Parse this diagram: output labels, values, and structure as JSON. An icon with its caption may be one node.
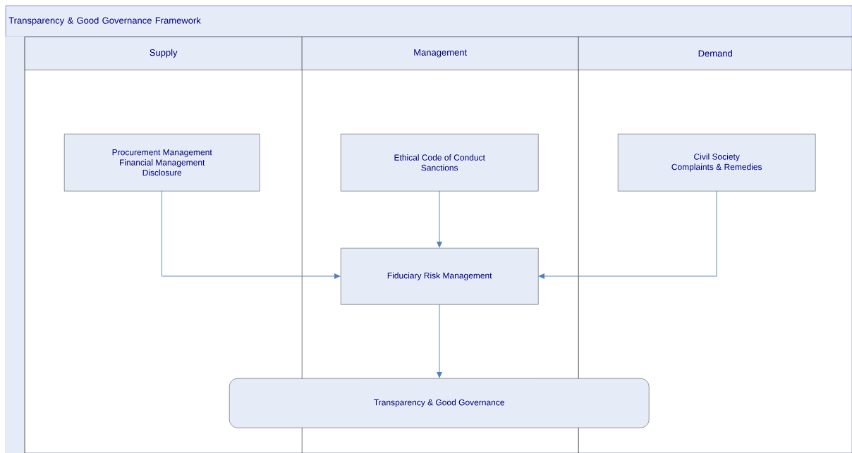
{
  "diagram": {
    "nodes": [
      {
        "text": [
          "Transparency & Good Governance Framework"
        ]
      },
      {
        "text": [
          "Supply"
        ],
        "in": 0
      },
      {
        "text": [
          "Management"
        ],
        "in": 0
      },
      {
        "text": [
          "Demand"
        ],
        "in": 0
      },
      {
        "text": [
          "Procurement Management",
          "Financial Management",
          "Disclosure"
        ],
        "in": 1
      },
      {
        "text": [
          "Ethical Code of Conduct",
          "Sanctions"
        ],
        "in": 2
      },
      {
        "text": [
          "Civil Society",
          "Complaints & Remedies"
        ],
        "in": 3
      },
      {
        "text": [
          "Fiduciary Risk Management"
        ],
        "in": 2
      },
      {
        "text": [
          "Transparency & Good Governance"
        ],
        "in": 0
      }
    ],
    "edges": [
      {
        "from": 4,
        "to": 7,
        "arrow": "to"
      },
      {
        "from": 5,
        "to": 7,
        "arrow": "to"
      },
      {
        "from": 6,
        "to": 7,
        "arrow": "to"
      },
      {
        "from": 7,
        "to": 8,
        "arrow": "to"
      }
    ]
  }
}
